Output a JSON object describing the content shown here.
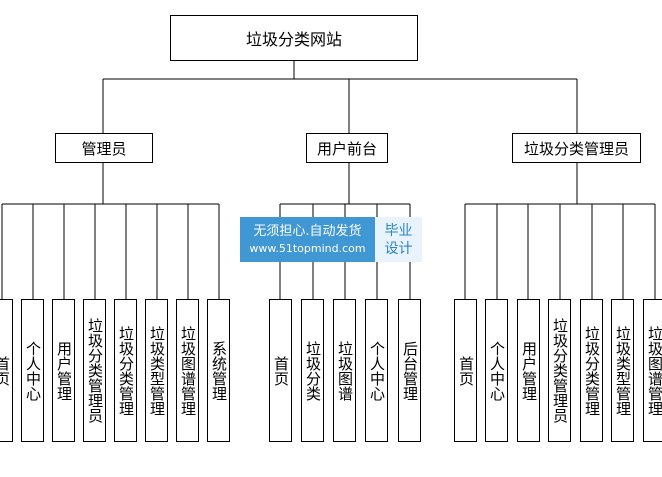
{
  "root": {
    "label": "垃圾分类网站"
  },
  "branches": [
    {
      "label": "管理员",
      "leaves": [
        "首页",
        "个人中心",
        "用户管理",
        "垃圾分类管理员",
        "垃圾分类管理",
        "垃圾类型管理",
        "垃圾图谱管理",
        "系统管理"
      ]
    },
    {
      "label": "用户前台",
      "leaves": [
        "首页",
        "垃圾分类",
        "垃圾图谱",
        "个人中心",
        "后台管理"
      ]
    },
    {
      "label": "垃圾分类管理员",
      "leaves": [
        "首页",
        "个人中心",
        "用户管理",
        "垃圾分类管理员",
        "垃圾分类管理",
        "垃圾类型管理",
        "垃圾图谱管理"
      ]
    }
  ],
  "watermark": {
    "slogan": "无须担心.自动发货",
    "url": "www.51topmind.com",
    "tag_line1": "毕业",
    "tag_line2": "设计",
    "bg_color": "#3f97d4"
  }
}
